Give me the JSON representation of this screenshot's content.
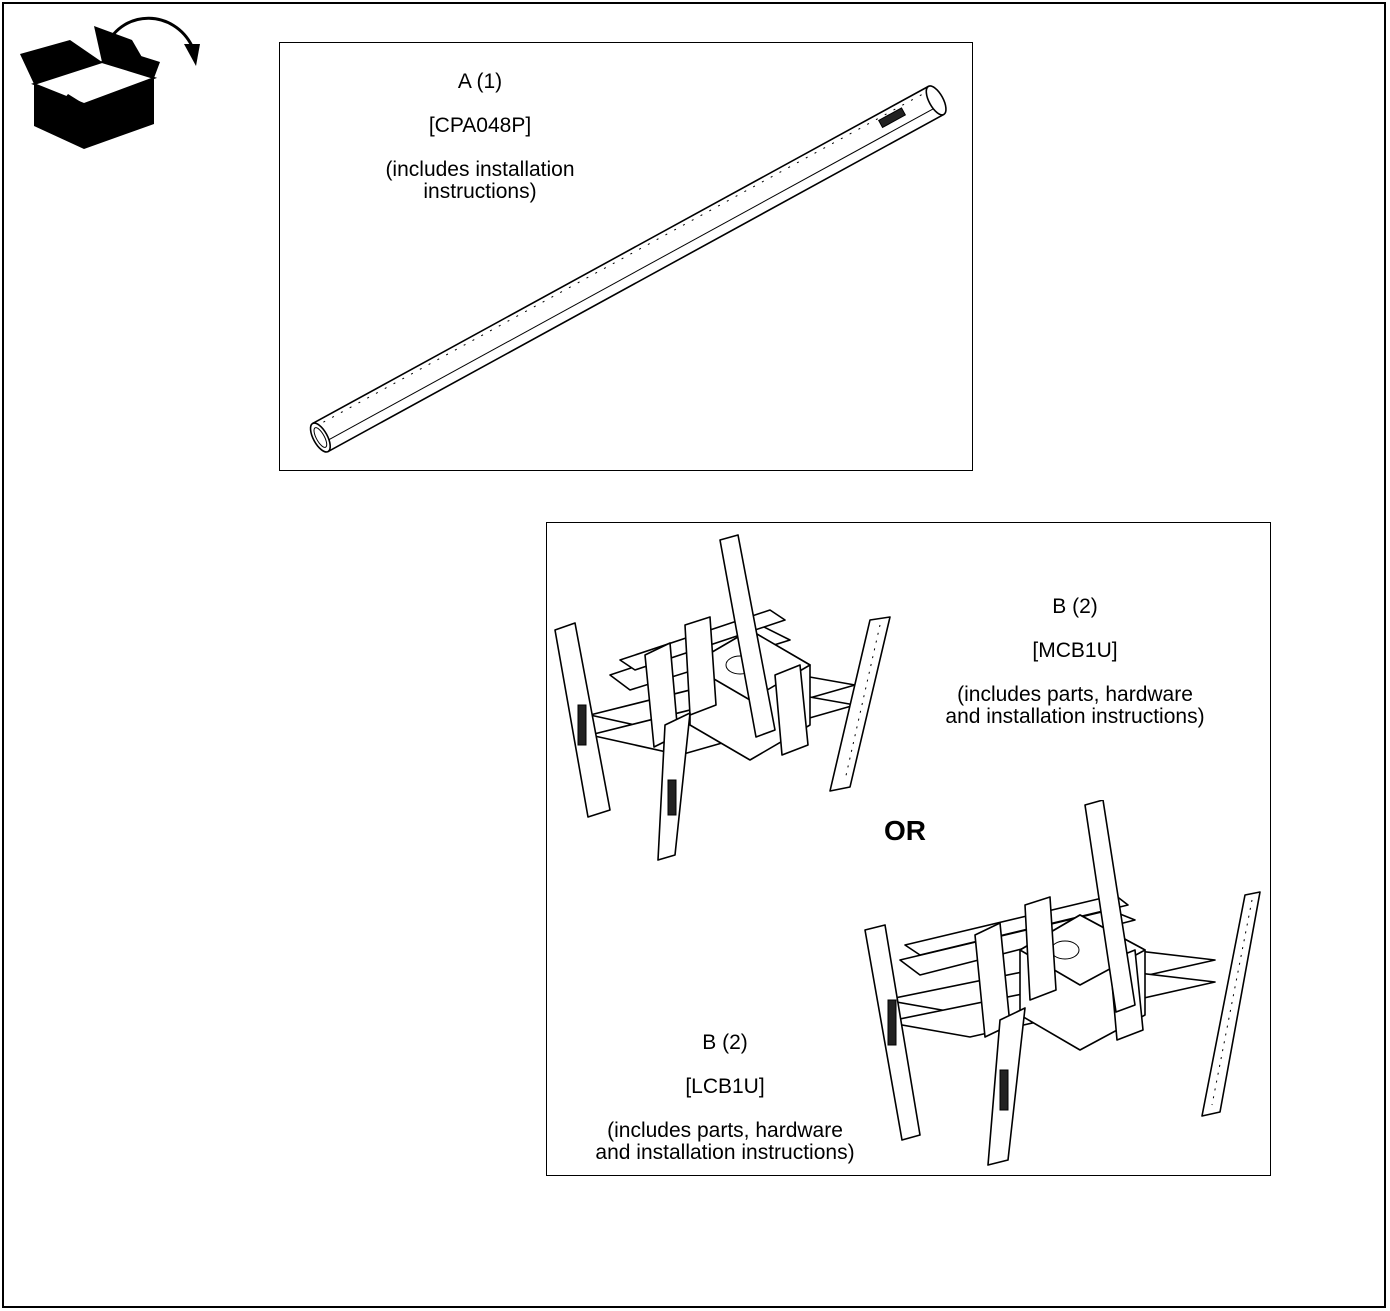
{
  "icons": {
    "unpack": "open-box-with-arrow-icon"
  },
  "part_a": {
    "label": "A (1)",
    "part_number": "[CPA048P]",
    "note": "(includes installation\ninstructions)"
  },
  "part_b_mcb": {
    "label": "B (2)",
    "part_number": "[MCB1U]",
    "note": "(includes parts, hardware\nand installation instructions)"
  },
  "or_label": "OR",
  "part_b_lcb": {
    "label": "B (2)",
    "part_number": "[LCB1U]",
    "note": "(includes parts, hardware\nand installation instructions)"
  }
}
